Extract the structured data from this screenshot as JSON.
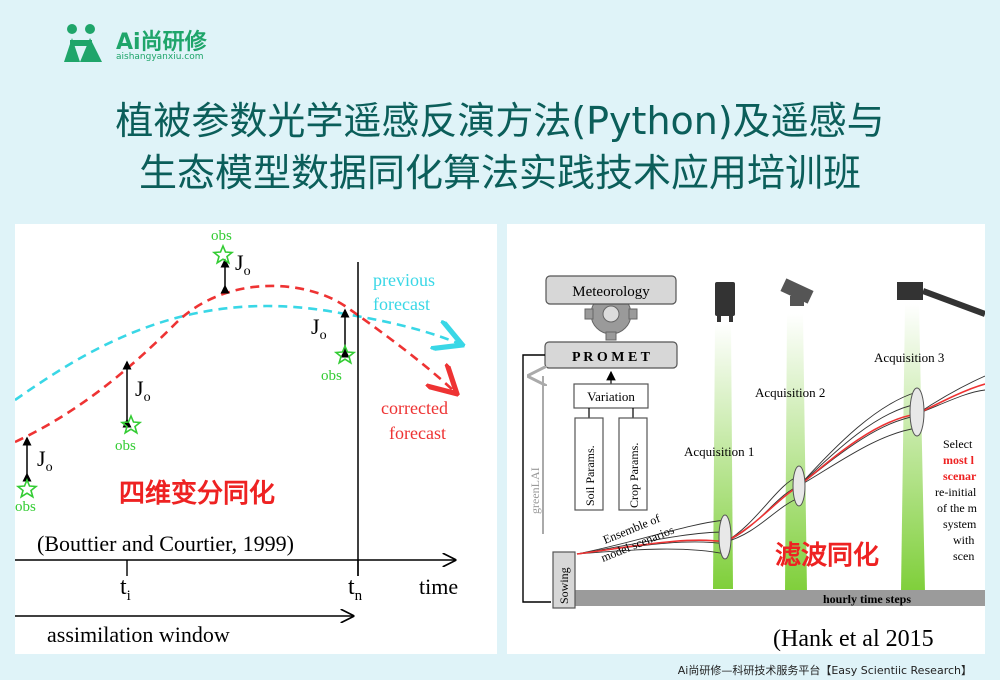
{
  "logo": {
    "name": "Ai尚研修",
    "domain": "aishangyanxiu.com"
  },
  "title": {
    "line1": "植被参数光学遥感反演方法(Python)及遥感与",
    "line2": "生态模型数据同化算法实践技术应用培训班"
  },
  "left_figure": {
    "obs_label": "obs",
    "jo_label": "J",
    "jo_sub": "o",
    "previous_line1": "previous",
    "previous_line2": "forecast",
    "corrected_line1": "corrected",
    "corrected_line2": "forecast",
    "chinese_label": "四维变分同化",
    "citation": "(Bouttier and Courtier, 1999)",
    "ti_main": "t",
    "ti_sub": "i",
    "tn_main": "t",
    "tn_sub": "n",
    "time_label": "time",
    "window_label": "assimilation window",
    "colors": {
      "previous": "#39d7e6",
      "corrected": "#ee3333",
      "obs": "#33cc33"
    }
  },
  "right_figure": {
    "meteorology": "Meteorology",
    "promet": "P R O M E T",
    "variation": "Variation",
    "soil_params": "Soil Params.",
    "crop_params": "Crop Params.",
    "greenlai": "greenLAI",
    "sowing": "Sowing",
    "ensemble_line1": "Ensemble of",
    "ensemble_line2": "model scenarios",
    "acq1": "Acquisition 1",
    "acq2": "Acquisition 2",
    "acq3": "Acquisition 3",
    "select_lines": [
      "Select",
      "most l",
      "scenar",
      "re-initial",
      "of the m",
      "system",
      "with",
      "scen"
    ],
    "chinese_label": "滤波同化",
    "time_steps": "hourly time steps",
    "citation": "(Hank et al 2015"
  },
  "footer": "Ai尚研修—科研技术服务平台【Easy Scientiic Research】"
}
